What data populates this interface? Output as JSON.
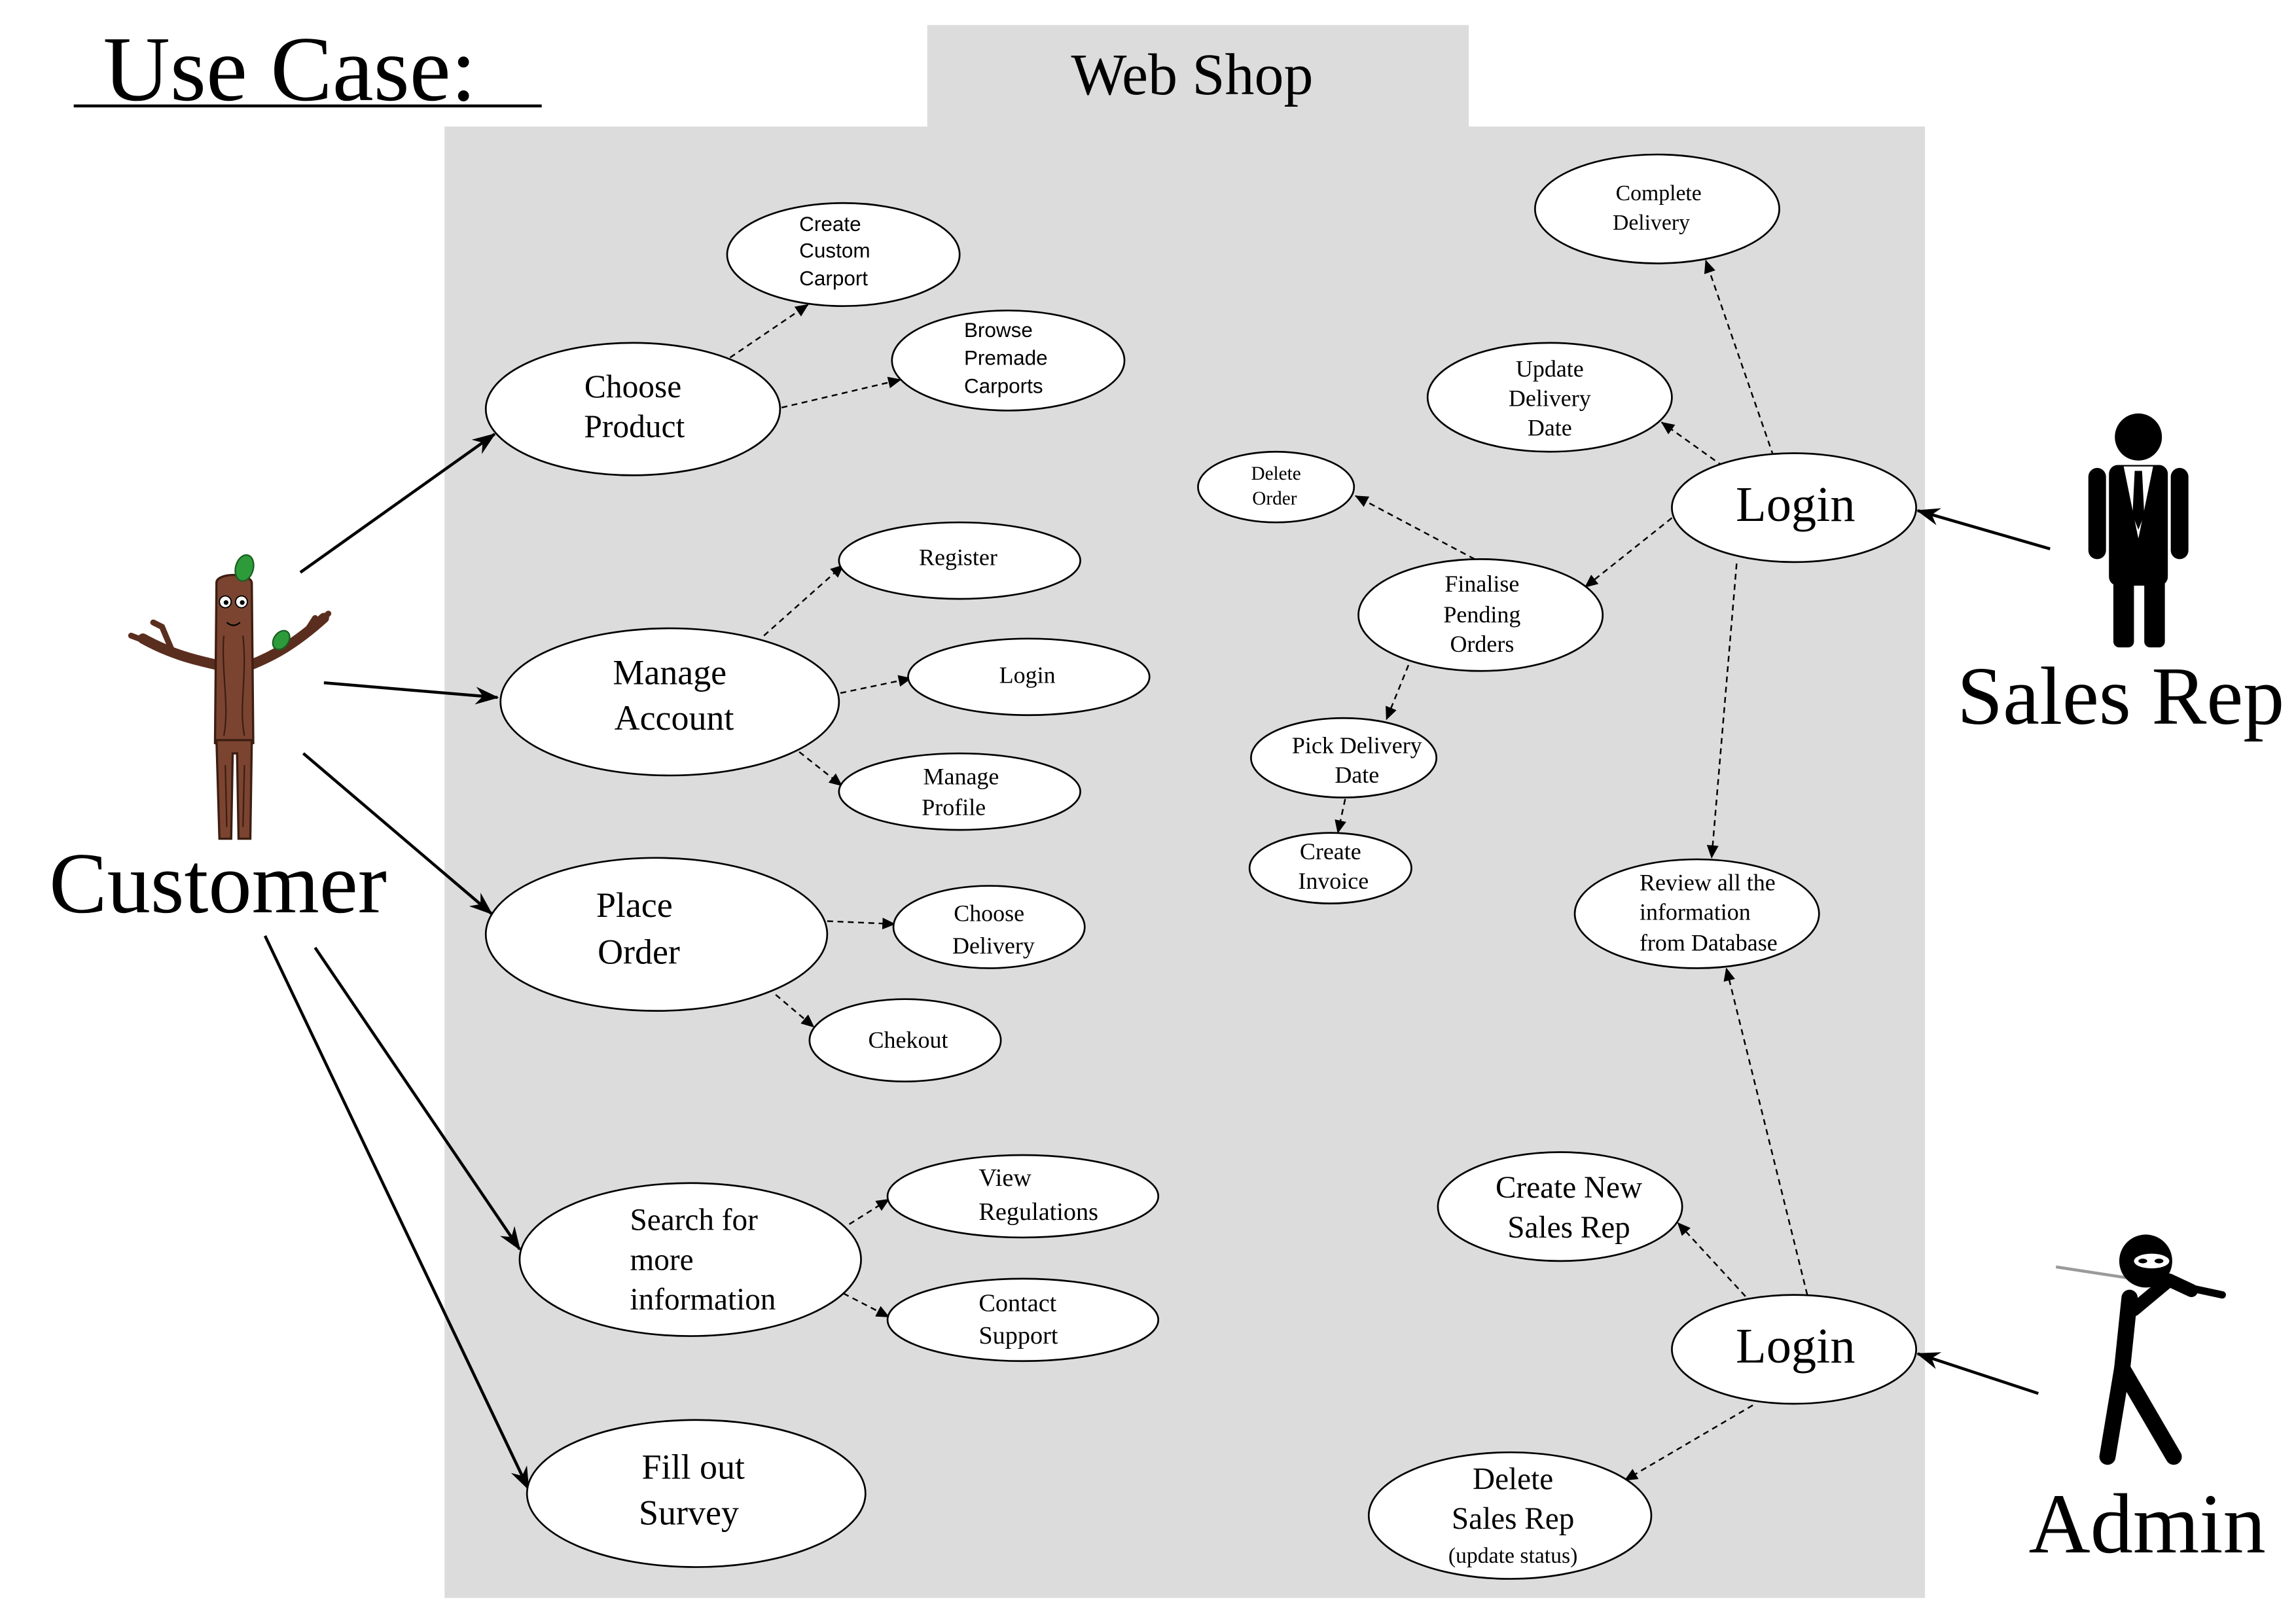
{
  "title": "Use Case:",
  "system": {
    "name": "Web Shop"
  },
  "colors": {
    "system_box": "#dcdcdc"
  },
  "actors": {
    "customer": {
      "label": "Customer",
      "icon": "tree-figure-icon"
    },
    "sales_rep": {
      "label": "Sales Rep",
      "icon": "businessman-figure-icon"
    },
    "admin": {
      "label": "Admin",
      "icon": "ninja-figure-icon"
    }
  },
  "use_cases": {
    "choose_product": {
      "lines": [
        "Choose",
        "Product"
      ]
    },
    "create_custom_carport": {
      "lines": [
        "Create",
        "Custom",
        "Carport"
      ]
    },
    "browse_premade_carports": {
      "lines": [
        "Browse",
        "Premade",
        "Carports"
      ]
    },
    "manage_account": {
      "lines": [
        "Manage",
        "Account"
      ]
    },
    "register": {
      "lines": [
        "Register"
      ]
    },
    "customer_login": {
      "lines": [
        "Login"
      ]
    },
    "manage_profile": {
      "lines": [
        "Manage",
        "Profile"
      ]
    },
    "place_order": {
      "lines": [
        "Place",
        "Order"
      ]
    },
    "choose_delivery": {
      "lines": [
        "Choose",
        "Delivery"
      ]
    },
    "checkout": {
      "lines": [
        "Chekout"
      ]
    },
    "search_information": {
      "lines": [
        "Search for",
        "more",
        "information"
      ]
    },
    "view_regulations": {
      "lines": [
        "View",
        "Regulations"
      ]
    },
    "contact_support": {
      "lines": [
        "Contact",
        "Support"
      ]
    },
    "fill_out_survey": {
      "lines": [
        "Fill out",
        "Survey"
      ]
    },
    "complete_delivery": {
      "lines": [
        "Complete",
        "Delivery"
      ]
    },
    "update_delivery_date": {
      "lines": [
        "Update",
        "Delivery",
        "Date"
      ]
    },
    "delete_order": {
      "lines": [
        "Delete",
        "Order"
      ]
    },
    "sales_rep_login": {
      "lines": [
        "Login"
      ]
    },
    "finalise_pending_orders": {
      "lines": [
        "Finalise",
        "Pending",
        "Orders"
      ]
    },
    "pick_delivery_date": {
      "lines": [
        "Pick Delivery",
        "Date"
      ]
    },
    "create_invoice": {
      "lines": [
        "Create",
        "Invoice"
      ]
    },
    "review_database": {
      "lines": [
        "Review all the",
        "information",
        "from Database"
      ]
    },
    "create_sales_rep": {
      "lines": [
        "Create New",
        "Sales Rep"
      ]
    },
    "admin_login": {
      "lines": [
        "Login"
      ]
    },
    "delete_sales_rep": {
      "lines": [
        "Delete",
        "Sales Rep",
        "(update status)"
      ]
    }
  }
}
